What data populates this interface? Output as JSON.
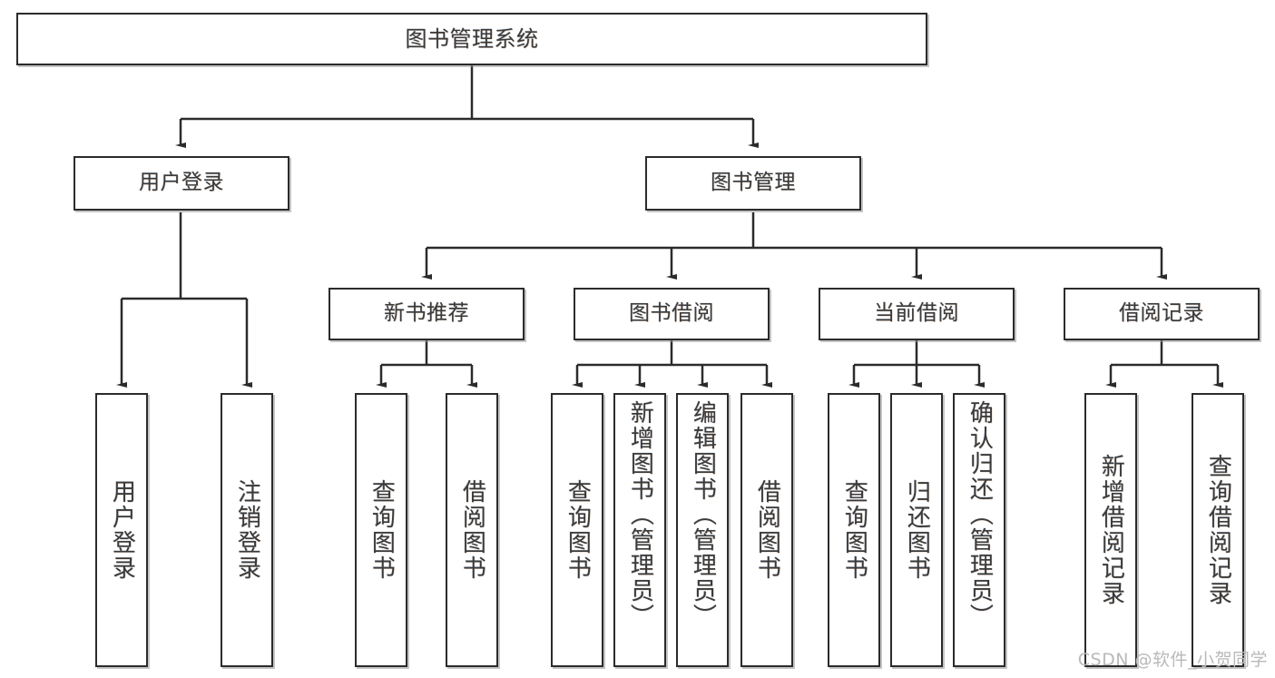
{
  "diagram": {
    "title": "图书管理系统",
    "type": "功能结构图",
    "colors": {
      "box_border": "#2b2b2b",
      "box_fill": "#ffffff",
      "edge": "#2b2b2b",
      "text": "#3a3a3a",
      "watermark": "#b9b9b9",
      "background": "#ffffff"
    },
    "watermark": "CSDN @软件_小贺同学",
    "root": {
      "label": "图书管理系统"
    },
    "level2": [
      {
        "label": "用户登录"
      },
      {
        "label": "图书管理"
      }
    ],
    "level3": [
      {
        "label": "新书推荐"
      },
      {
        "label": "图书借阅"
      },
      {
        "label": "当前借阅"
      },
      {
        "label": "借阅记录"
      }
    ],
    "leaves": {
      "user_login": [
        {
          "label": "用户登录"
        },
        {
          "label": "注销登录"
        }
      ],
      "new_book_recommend": [
        {
          "label": "查询图书"
        },
        {
          "label": "借阅图书"
        }
      ],
      "book_borrow": [
        {
          "label": "查询图书"
        },
        {
          "label": "新增图书（管理员）"
        },
        {
          "label": "编辑图书（管理员）"
        },
        {
          "label": "借阅图书"
        }
      ],
      "current_borrow": [
        {
          "label": "查询图书"
        },
        {
          "label": "归还图书"
        },
        {
          "label": "确认归还（管理员）"
        }
      ],
      "borrow_record": [
        {
          "label": "新增借阅记录"
        },
        {
          "label": "查询借阅记录"
        }
      ]
    }
  }
}
